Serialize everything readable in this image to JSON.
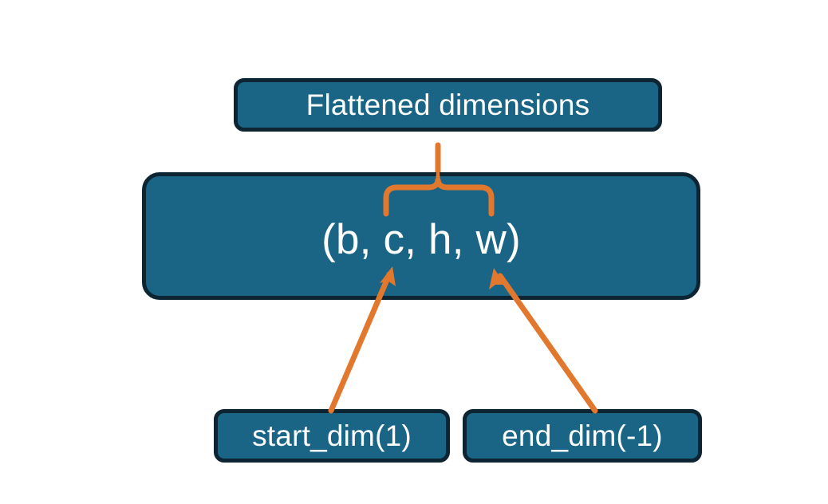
{
  "diagram": {
    "title_text": "Flattened dimensions",
    "shape_text": "(b, c, h, w)",
    "start_dim_text": "start_dim(1)",
    "end_dim_text": "end_dim(-1)",
    "colors": {
      "box_fill": "#1a6585",
      "box_border": "#0d2433",
      "box_text": "#ffffff",
      "connector": "#e2782e",
      "background": "#ffffff"
    },
    "connectors": {
      "brace_label": "flattened-range-brace",
      "brace_pointer_label": "brace-pointer-arrow",
      "start_arrow_label": "start-dim-arrow",
      "end_arrow_label": "end-dim-arrow"
    }
  }
}
